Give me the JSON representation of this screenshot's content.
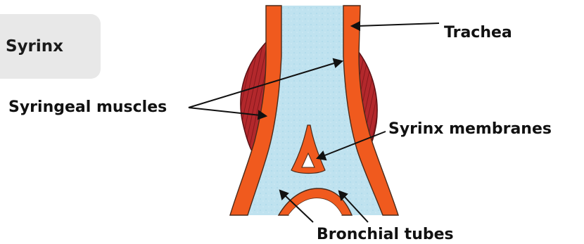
{
  "title": "Syrinx",
  "labels": {
    "trachea": "Trachea",
    "syringeal_muscles": "Syringeal muscles",
    "syrinx_membranes": "Syrinx membranes",
    "bronchial_tubes": "Bronchial tubes"
  },
  "colors": {
    "wall": "#f05a1e",
    "lumen": "#bfe2f0",
    "muscle": "#a8262a",
    "outline": "#4a2a1a",
    "title_card": "#e8e8e8"
  }
}
